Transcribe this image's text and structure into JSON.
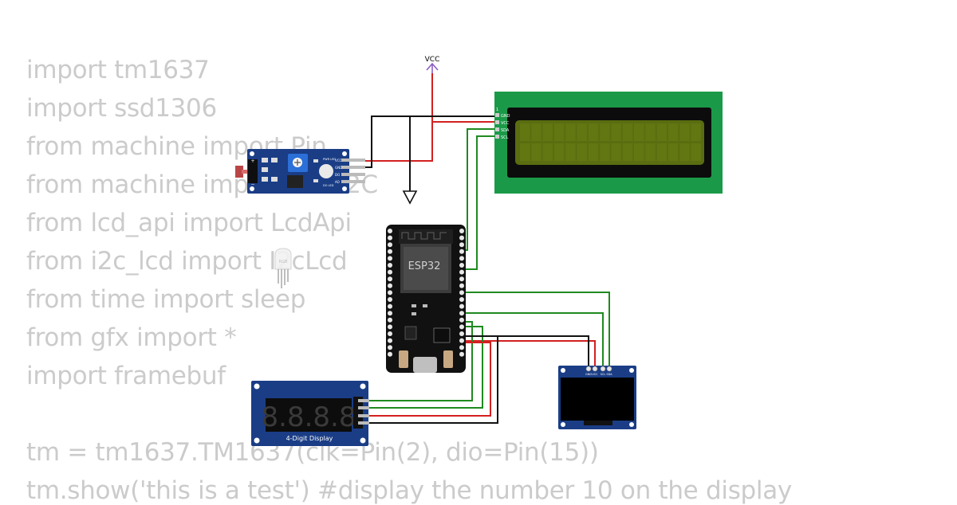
{
  "code": {
    "lines": [
      "import tm1637",
      "import ssd1306",
      "from machine import Pin",
      "from machine import SoftI2C",
      "from lcd_api import LcdApi",
      "from i2c_lcd import I2cLcd",
      "from time import sleep",
      "from gfx import *",
      "import framebuf",
      "",
      "tm = tm1637.TM1637(clk=Pin(2), dio=Pin(15))",
      "tm.show('this is a test') #display the number 10 on the display"
    ]
  },
  "components": {
    "vcc": {
      "label": "VCC"
    },
    "esp32": {
      "label": "ESP32"
    },
    "seven_segment": {
      "label": "4-Digit Display",
      "digits": "8.8.8.8"
    },
    "lcd": {
      "pins": [
        "GND",
        "VCC",
        "SDA",
        "SCL"
      ],
      "pin_one": "1"
    },
    "oled": {
      "pins": [
        "GND",
        "VCC",
        "SCL",
        "SDA"
      ]
    },
    "ldr": {
      "pins": [
        "VCC",
        "GND",
        "DO",
        "AO"
      ],
      "leds": [
        "PWR LED",
        "DO LED"
      ]
    }
  },
  "colors": {
    "wire_red": "#d32020",
    "wire_green": "#1f8a1f",
    "wire_black": "#111111",
    "vcc_symbol": "#8e5fc6",
    "code_text": "#cbcbcb",
    "lcd_board": "#1a9a48",
    "lcd_screen": "#5a6d10",
    "module_blue": "#1a3d86"
  }
}
